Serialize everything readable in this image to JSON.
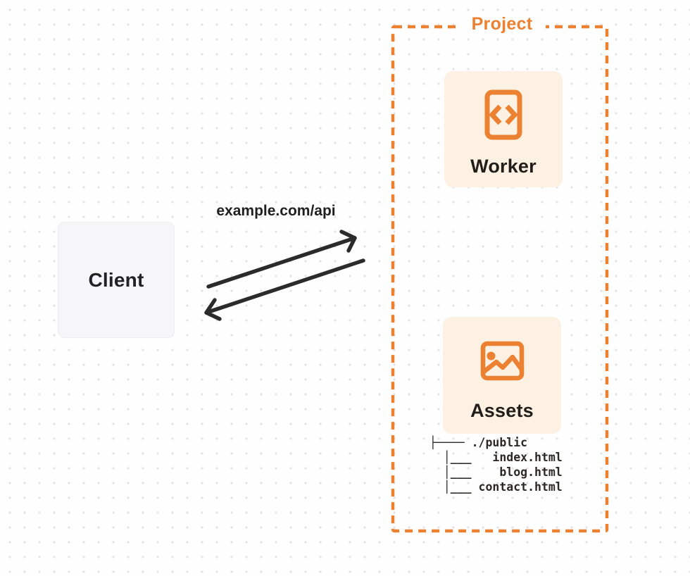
{
  "colors": {
    "accent_orange": "#EC8231",
    "card_bg": "#FCF1E3",
    "client_bg": "#F6F6F8",
    "arrow_dark": "#2B2B2B",
    "dot_grid": "#E3E3E7"
  },
  "client": {
    "label": "Client"
  },
  "connection": {
    "label": "example.com/api"
  },
  "project": {
    "title": "Project",
    "nodes": [
      {
        "label": "Worker",
        "icon": "code-icon"
      },
      {
        "label": "Assets",
        "icon": "image-icon"
      }
    ],
    "file_tree": {
      "root": "./public",
      "files": [
        "index.html",
        "blog.html",
        "contact.html"
      ],
      "lines": [
        "├──── ./public",
        "  │___   index.html",
        "  │___    blog.html",
        "  │___ contact.html"
      ]
    }
  }
}
